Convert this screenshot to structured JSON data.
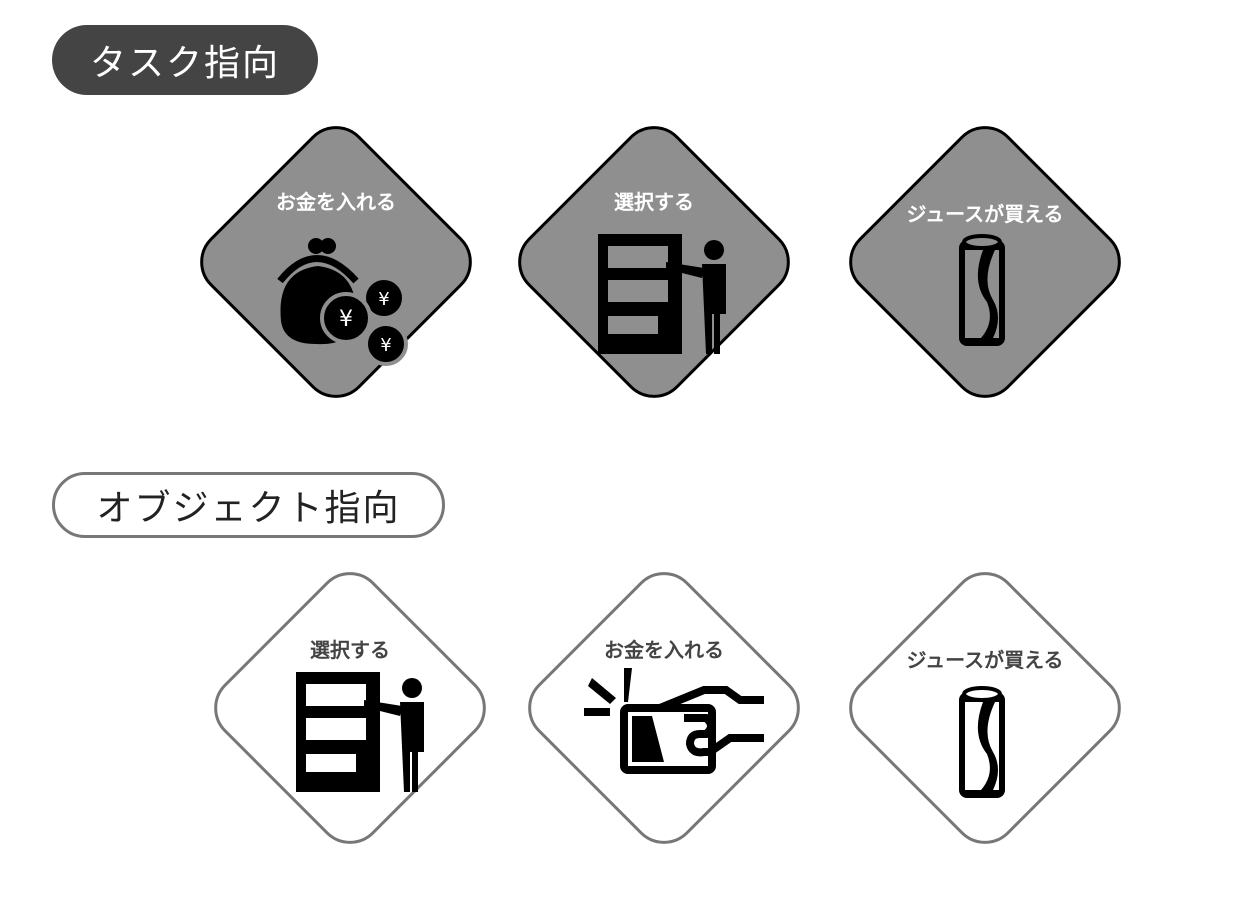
{
  "task_section": {
    "title": "タスク指向",
    "steps": [
      {
        "label": "お金を入れる",
        "icon": "purse-coins-icon"
      },
      {
        "label": "選択する",
        "icon": "vending-machine-icon"
      },
      {
        "label": "ジュースが買える",
        "icon": "can-icon"
      }
    ]
  },
  "object_section": {
    "title": "オブジェクト指向",
    "steps": [
      {
        "label": "選択する",
        "icon": "vending-machine-icon"
      },
      {
        "label": "お金を入れる",
        "icon": "card-insert-icon"
      },
      {
        "label": "ジュースが買える",
        "icon": "can-icon"
      }
    ]
  },
  "colors": {
    "task_fill": "#8f8f8f",
    "task_title_bg": "#444444",
    "object_border": "#777777"
  }
}
